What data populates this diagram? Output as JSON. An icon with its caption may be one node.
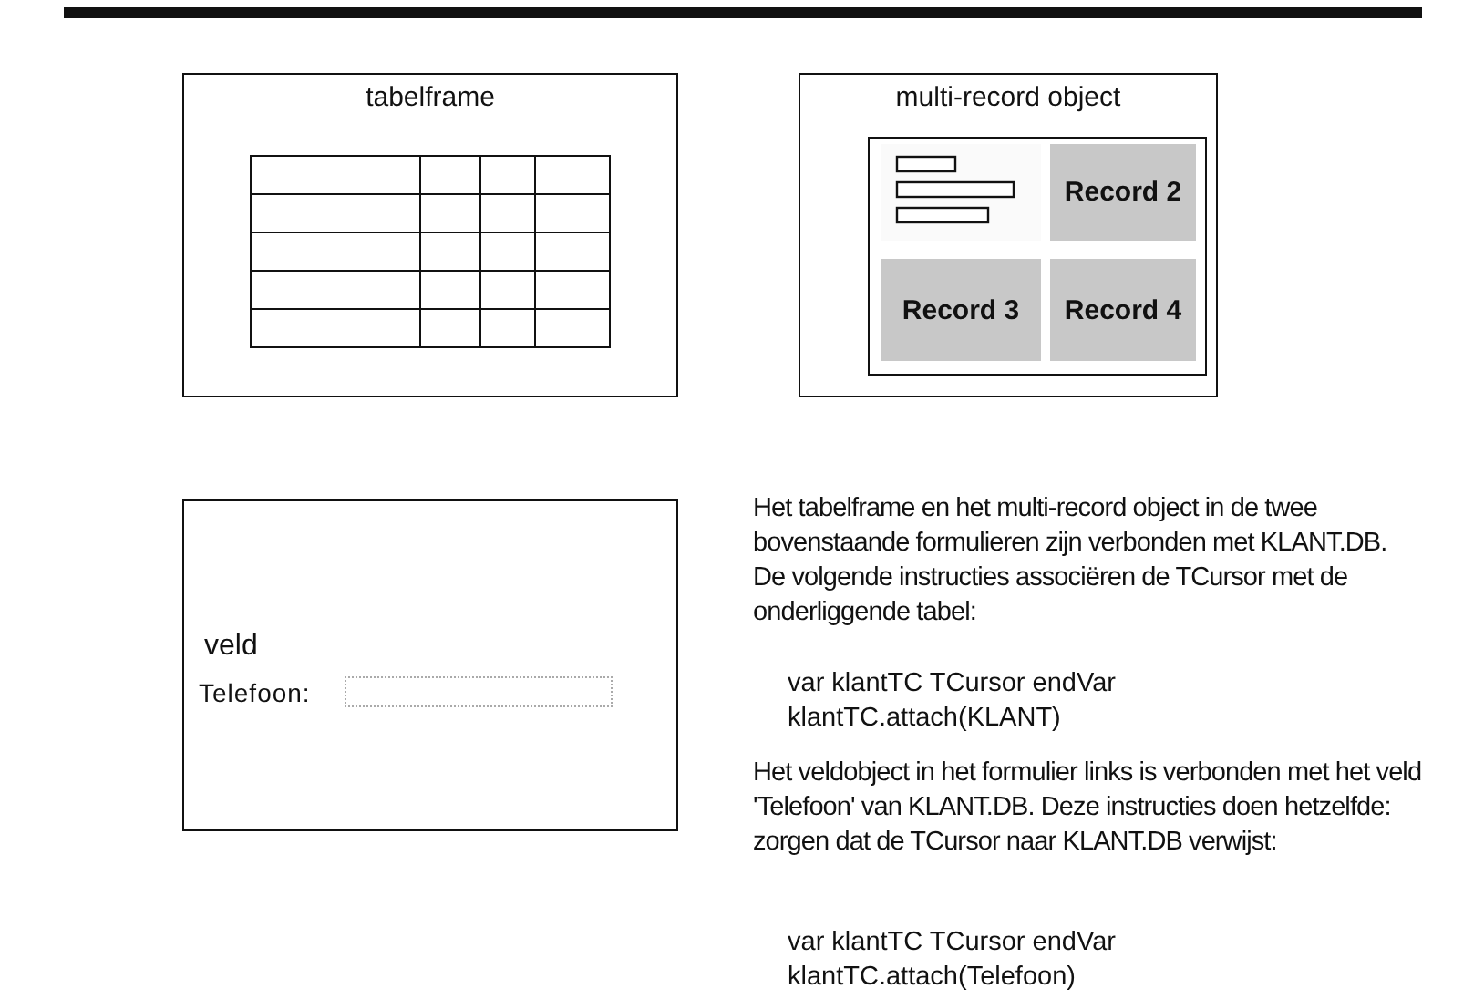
{
  "diagram": {
    "nodes": [
      {
        "text": [
          "tabelframe"
        ]
      },
      {
        "text": [
          "multi-record object"
        ]
      },
      {
        "text": [],
        "shape": "box",
        "in": 1
      },
      {
        "text": [
          "Record 2"
        ],
        "in": 1
      },
      {
        "text": [
          "Record 3"
        ],
        "in": 1
      },
      {
        "text": [
          "Record 4"
        ],
        "in": 1
      },
      {
        "text": [
          "veld",
          "Telefoon:"
        ]
      }
    ],
    "edges": [],
    "labels": [
      "Het tabelframe en het multi-record object in de twee bovenstaande formulieren zijn verbonden met KLANT.DB. De volgende instructies associëren de TCursor met de onderliggende tabel:",
      "var klantTC TCursor endVar",
      "klantTC.attach(KLANT)",
      "Het veldobject in het formulier links is verbonden met het veld 'Telefoon' van KLANT.DB. Deze instructies doen hetzelfde: zorgen dat de TCursor naar KLANT.DB verwijst:",
      "var klantTC TCursor endVar",
      "klantTC.attach(Telefoon)"
    ]
  }
}
